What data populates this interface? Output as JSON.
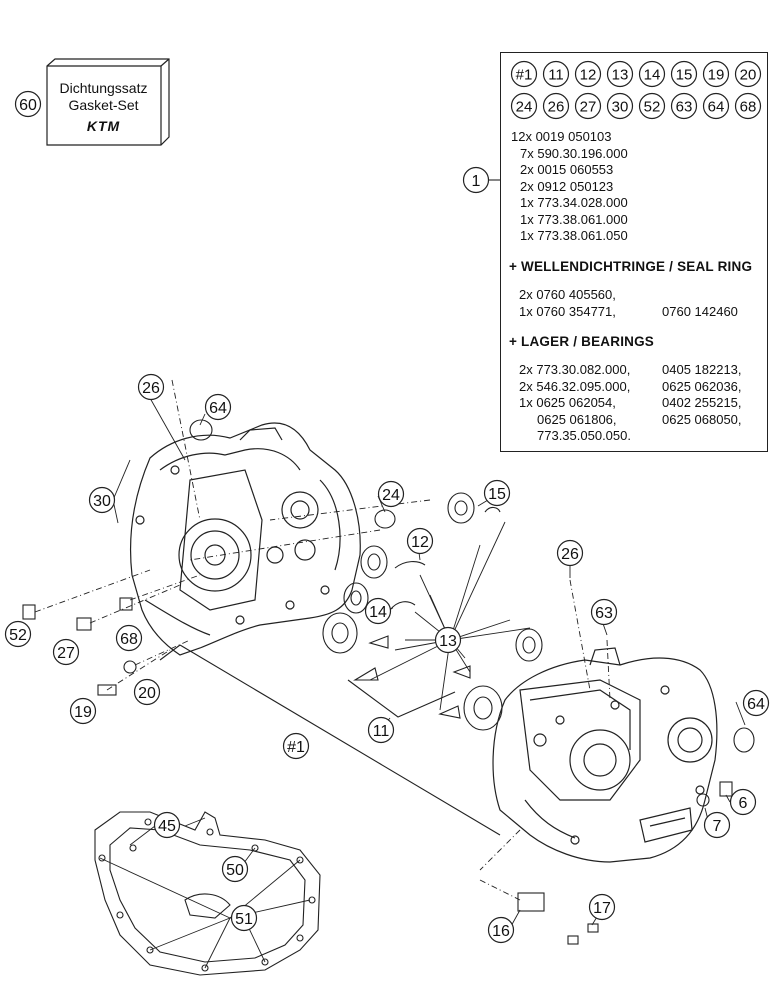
{
  "gasket_kit": {
    "line1": "Dichtungssatz",
    "line2": "Gasket-Set",
    "logo": "KTM",
    "callout": "60"
  },
  "kit_contents": {
    "row1": [
      "#1",
      "11",
      "12",
      "13",
      "14",
      "15",
      "19",
      "20"
    ],
    "row2": [
      "24",
      "26",
      "27",
      "30",
      "52",
      "63",
      "64",
      "68"
    ],
    "part_lines": [
      "12x 0019 050103",
      "7x 590.30.196.000",
      "2x 0015 060553",
      "2x 0912 050123",
      "1x 773.34.028.000",
      "1x 773.38.061.000",
      "1x 773.38.061.050"
    ],
    "seal_header": "+ WELLENDICHTRINGE /  SEAL RING",
    "seal_lines": [
      [
        "2x 0760 405560,",
        ""
      ],
      [
        "1x 0760 354771,",
        "0760 142460"
      ]
    ],
    "bearing_header": "+ LAGER / BEARINGS",
    "bearing_lines": [
      [
        "2x 773.30.082.000,",
        "0405 182213,"
      ],
      [
        "2x 546.32.095.000,",
        "0625 062036,"
      ],
      [
        "1x 0625 062054,",
        "0402 255215,"
      ],
      [
        "0625 061806,",
        "0625 068050,"
      ],
      [
        "773.35.050.050.",
        ""
      ]
    ],
    "callout": "1"
  },
  "callouts": {
    "c26a": "26",
    "c64a": "64",
    "c30": "30",
    "c24": "24",
    "c15": "15",
    "c12": "12",
    "c14": "14",
    "c13": "13",
    "c52": "52",
    "c27": "27",
    "c68": "68",
    "c19": "19",
    "c20": "20",
    "c11": "11",
    "c1h": "#1",
    "c26b": "26",
    "c63": "63",
    "c64b": "64",
    "c6": "6",
    "c7": "7",
    "c45": "45",
    "c50": "50",
    "c51": "51",
    "c16": "16",
    "c17": "17"
  }
}
